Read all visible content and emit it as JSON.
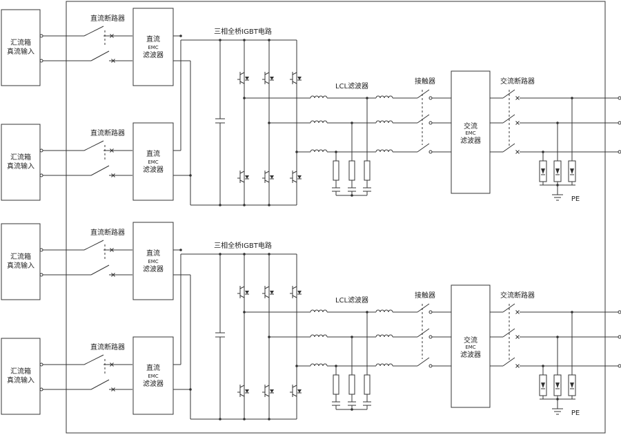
{
  "labels": {
    "dc_input_line1": "汇流箱",
    "dc_input_line2": "真流输入",
    "dc_breaker": "直流断路器",
    "dc_emc_line1": "直流",
    "dc_emc_line2": "EMC",
    "dc_emc_line3": "滤波器",
    "igbt_bridge": "三相全桥IGBT电路",
    "lcl_filter": "LCL滤波器",
    "contactor": "接触器",
    "ac_emc_line1": "交流",
    "ac_emc_line2": "EMC",
    "ac_emc_line3": "滤波器",
    "ac_breaker": "交流断路器",
    "pe": "PE"
  },
  "colors": {
    "line": "#333333",
    "background": "#ffffff"
  }
}
